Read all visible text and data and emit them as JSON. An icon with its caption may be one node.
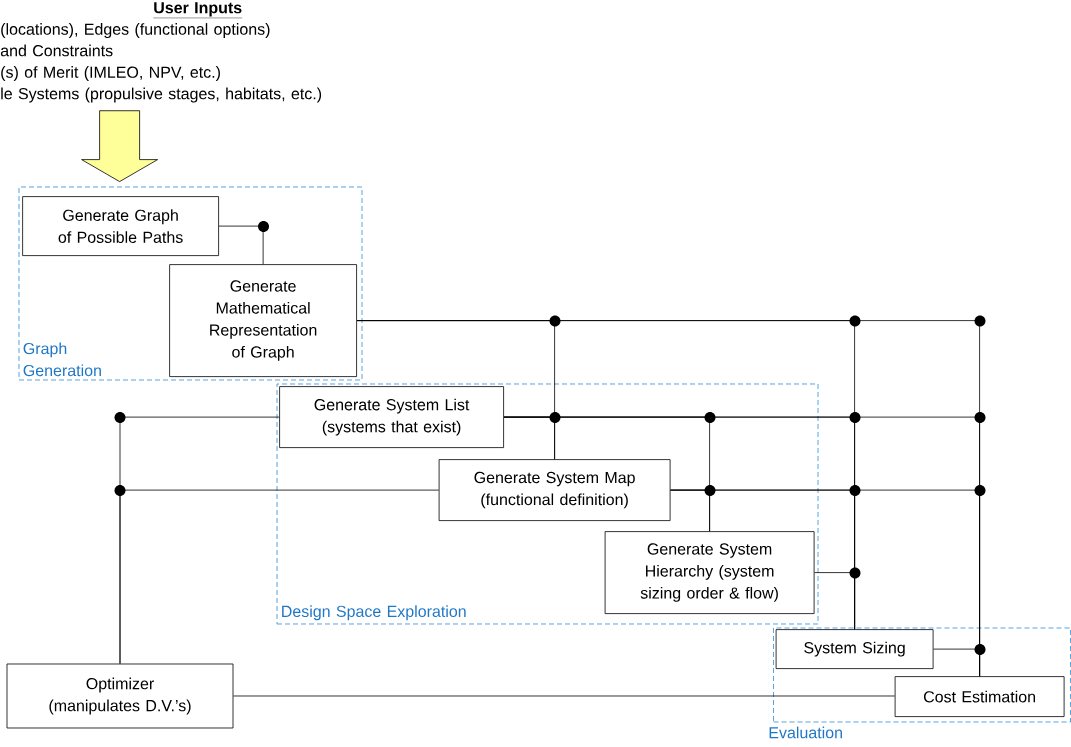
{
  "diagram": {
    "title": "User Inputs",
    "nodes": [
      {
        "text": [
          "Graph Generation"
        ]
      },
      {
        "text": [
          "Generate Graph of Possible Paths"
        ],
        "in": 0
      },
      {
        "text": [
          "Generate Mathematical Representation of Graph"
        ],
        "in": 0
      },
      {
        "text": [
          "Design Space Exploration"
        ]
      },
      {
        "text": [
          "Generate System List (systems that exist)"
        ],
        "in": 3
      },
      {
        "text": [
          "Generate System Map (functional definition)"
        ],
        "in": 3
      },
      {
        "text": [
          "Generate System Hierarchy (system sizing order & flow)"
        ],
        "in": 3
      },
      {
        "text": [
          "Evaluation"
        ]
      },
      {
        "text": [
          "System Sizing"
        ],
        "in": 7
      },
      {
        "text": [
          "Cost Estimation"
        ],
        "in": 7
      },
      {
        "text": [
          "Optimizer (manipulates D.V.’s)"
        ]
      },
      {
        "text": [
          "(locations), Edges (functional options)",
          "and Constraints",
          "(s) of Merit (IMLEO,  NPV, etc.)",
          "le Systems (propulsive stages, habitats, etc.)"
        ]
      }
    ],
    "edges": [
      {
        "from": 1,
        "to": 2,
        "arrow": "none"
      },
      {
        "from": 2,
        "to": 5,
        "arrow": "none"
      },
      {
        "from": 2,
        "to": 8,
        "arrow": "none"
      },
      {
        "from": 2,
        "to": 9,
        "arrow": "none"
      },
      {
        "from": 10,
        "to": 4,
        "arrow": "none"
      },
      {
        "from": 10,
        "to": 5,
        "arrow": "none"
      },
      {
        "from": 4,
        "to": 5,
        "arrow": "none"
      },
      {
        "from": 4,
        "to": 6,
        "arrow": "none"
      },
      {
        "from": 4,
        "to": 8,
        "arrow": "none"
      },
      {
        "from": 4,
        "to": 9,
        "arrow": "none"
      },
      {
        "from": 5,
        "to": 6,
        "arrow": "none"
      },
      {
        "from": 5,
        "to": 8,
        "arrow": "none"
      },
      {
        "from": 5,
        "to": 9,
        "arrow": "none"
      },
      {
        "from": 6,
        "to": 8,
        "arrow": "none"
      },
      {
        "from": 8,
        "to": 9,
        "arrow": "none"
      },
      {
        "from": 10,
        "to": 9,
        "arrow": "none"
      },
      {
        "from": 11,
        "to": 0,
        "arrow": "to",
        "color": "#ffff99"
      }
    ]
  }
}
